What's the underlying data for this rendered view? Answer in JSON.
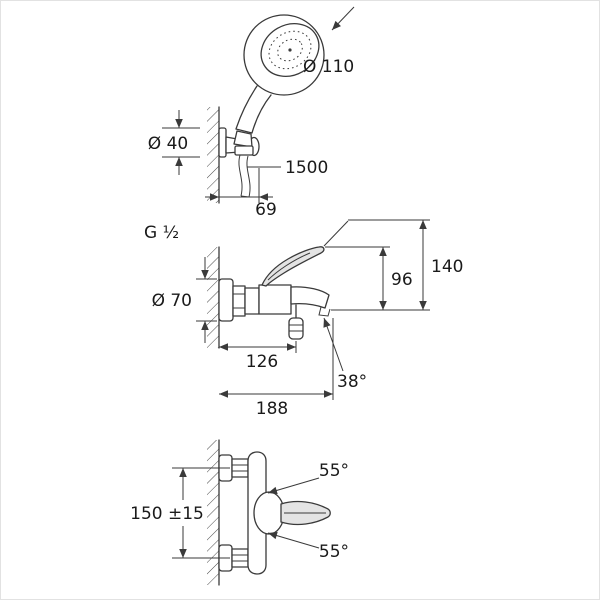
{
  "colors": {
    "line": "#3a3a3a",
    "text": "#1a1a1a",
    "fill_light": "#e4e4e4",
    "border": "#e2e2e2"
  },
  "top_view": {
    "head_diameter": "Ø 110",
    "holder_diameter": "Ø 40",
    "hose_length": "1500",
    "holder_depth": "69"
  },
  "side_view": {
    "thread_size": "G ½",
    "escutcheon_diameter": "Ø 70",
    "handle_height": "96",
    "total_height": "140",
    "diverter_projection": "126",
    "spout_angle": "38°",
    "spout_projection": "188"
  },
  "front_view": {
    "connection_distance": "150 ±15",
    "swivel_angle_top": "55°",
    "swivel_angle_bottom": "55°"
  }
}
